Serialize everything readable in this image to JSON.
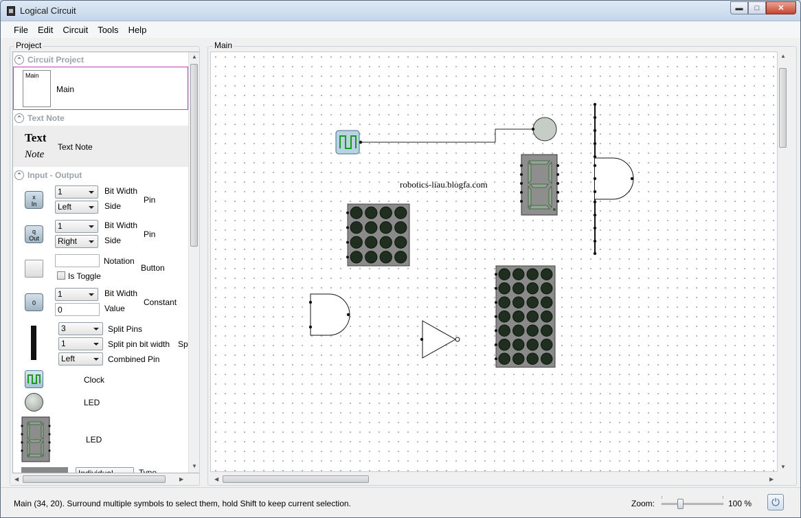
{
  "window": {
    "title": "Logical Circuit"
  },
  "menu": [
    "File",
    "Edit",
    "Circuit",
    "Tools",
    "Help"
  ],
  "project_panel": {
    "label": "Project",
    "sections": {
      "circuit_project": "Circuit Project",
      "text_note": "Text Note",
      "input_output": "Input - Output"
    },
    "circuit_item": {
      "thumb_label": "Main",
      "name": "Main"
    },
    "text_note_item": {
      "big": "Text",
      "italic": "Note",
      "label": "Text Note"
    },
    "input_pin": {
      "glyph_top": "x",
      "glyph_bottom": "In",
      "bit_width": "1",
      "side": "Left",
      "bit_width_label": "Bit Width",
      "side_label": "Side",
      "name": "Pin"
    },
    "output_pin": {
      "glyph_top": "q",
      "glyph_bottom": "Out",
      "bit_width": "1",
      "side": "Right",
      "bit_width_label": "Bit Width",
      "side_label": "Side",
      "name": "Pin"
    },
    "button": {
      "notation_label": "Notation",
      "notation_value": "",
      "toggle_label": "Is Toggle",
      "name": "Button"
    },
    "constant": {
      "glyph": "0",
      "bit_width": "1",
      "value": "0",
      "bit_width_label": "Bit Width",
      "value_label": "Value",
      "name": "Constant"
    },
    "splitter": {
      "split_pins": "3",
      "split_bit_width": "1",
      "combined_pin": "Left",
      "split_pins_label": "Split Pins",
      "split_bit_width_label": "Split pin bit width",
      "combined_pin_label": "Combined Pin",
      "name": "Sp"
    },
    "clock": {
      "name": "Clock"
    },
    "led": {
      "name": "LED"
    },
    "led7": {
      "name": "LED"
    },
    "partial_combo": "Individual",
    "partial_label": "Type"
  },
  "main_panel": {
    "label": "Main",
    "watermark": "robotics-liau.blogfa.com"
  },
  "status": {
    "text": "Main (34, 20). Surround multiple symbols to select them, hold Shift to keep current selection.",
    "zoom_label": "Zoom:",
    "zoom_value": "100 %",
    "zoom_fraction": 0.3
  }
}
